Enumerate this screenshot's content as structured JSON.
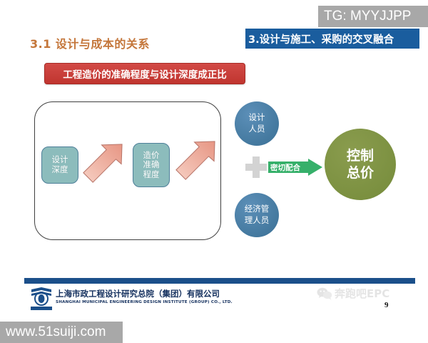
{
  "slide": {
    "section_title": "3.1 设计与成本的关系",
    "chapter_banner": "3.设计与施工、采购的交叉融合",
    "headline": "工程造价的准确程度与设计深度成正比",
    "page_number": "9"
  },
  "flow": {
    "box1_line1": "设计",
    "box1_line2": "深度",
    "box2_line1": "造价",
    "box2_line2": "准确",
    "box2_line3": "程度",
    "arrow1_icon": "up-right-arrow-icon",
    "arrow2_icon": "up-right-arrow-icon"
  },
  "cluster": {
    "circle_top_line1": "设计",
    "circle_top_line2": "人员",
    "circle_bottom_line1": "经济管",
    "circle_bottom_line2": "理人员",
    "plus_icon": "plus-icon",
    "connector_label": "密切配合",
    "result_line1": "控制",
    "result_line2": "总价"
  },
  "footer": {
    "company_cn": "上海市政工程设计研究总院（集团）有限公司",
    "company_en": "SHANGHAI MUNICIPAL ENGINEERING DESIGN INSTITUTE (GROUP) CO., LTD.",
    "logo_icon": "smedi-logo-icon",
    "watermark_wechat_icon": "wechat-icon",
    "watermark_account": "奔跑吧EPC"
  },
  "watermarks": {
    "telegram": "TG: MYYJJPP",
    "site_url": "www.51suiji.com"
  },
  "colors": {
    "banner_blue": "#1a5d9e",
    "title_orange": "#c4763a",
    "headline_red": "#c0352f",
    "teal_box": "#8cbcbc",
    "arrow_salmon": "#f0ab99",
    "circle_blue": "#44799f",
    "circle_green": "#7b9040",
    "connector_green": "#36b06a",
    "footer_blue": "#1b4f8a",
    "watermark_gray": "#a8a8a8"
  }
}
